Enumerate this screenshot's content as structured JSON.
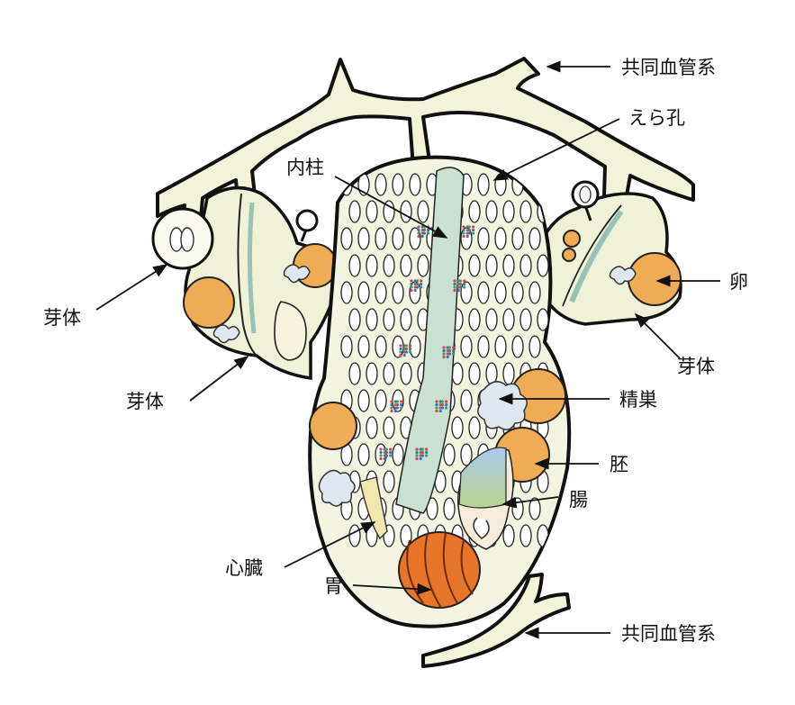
{
  "labels": {
    "common_vessel_top": "共同血管系",
    "gill_slit": "えら孔",
    "endostyle": "内柱",
    "bud_left_upper": "芽体",
    "bud_left_lower": "芽体",
    "ovum": "卵",
    "bud_right": "芽体",
    "testis": "精巣",
    "embryo": "胚",
    "intestine": "腸",
    "heart": "心臓",
    "stomach": "胃",
    "common_vessel_bottom": "共同血管系"
  },
  "colors": {
    "vessel_fill": "#f2f3d8",
    "body_fill": "#f4f4e2",
    "ovum": "#f0ac55",
    "stomach": "#e8762a",
    "endostyle": "#c9e0d2",
    "testis": "#dfe8f0",
    "heart": "#f3e7b0",
    "dots": [
      "#d9463e",
      "#3b6fc2",
      "#3aa15a"
    ]
  }
}
